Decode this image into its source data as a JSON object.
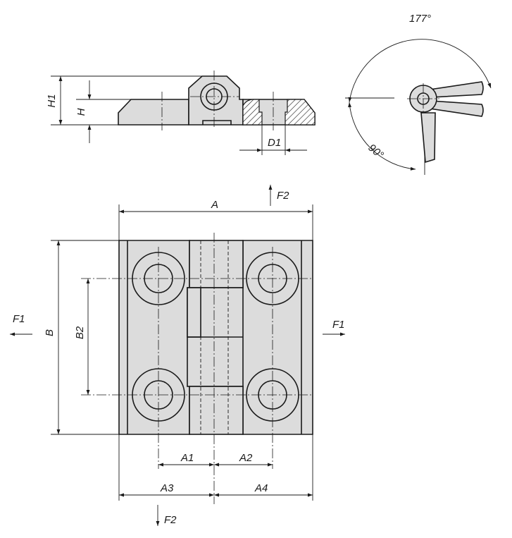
{
  "labels": {
    "A": "A",
    "B": "B",
    "B2": "B2",
    "A1": "A1",
    "A2": "A2",
    "A3": "A3",
    "A4": "A4",
    "H": "H",
    "H1": "H1",
    "D1": "D1",
    "F1_left": "F1",
    "F1_right": "F1",
    "F2_top": "F2",
    "F2_bottom": "F2",
    "angle_open": "177°",
    "angle_right": "90°"
  },
  "colors": {
    "part_fill": "#dcdcdc",
    "line": "#1a1a1a"
  }
}
